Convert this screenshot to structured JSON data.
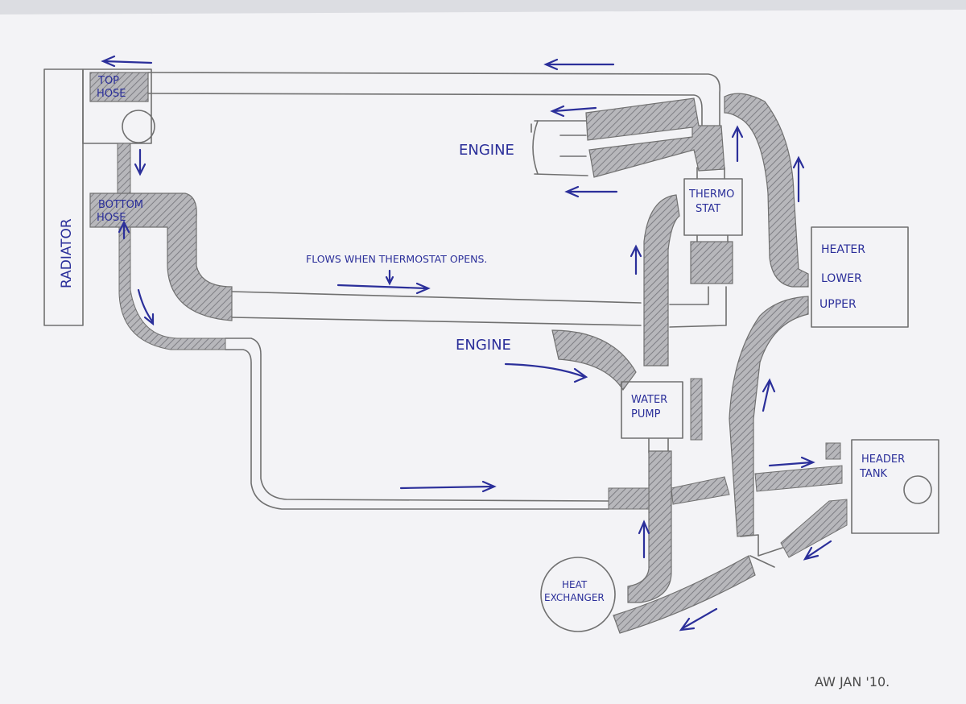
{
  "diagram": {
    "labels": {
      "radiator": "RADIATOR",
      "top_hose_line1": "TOP",
      "top_hose_line2": "HOSE",
      "bottom_hose_line1": "BOTTOM",
      "bottom_hose_line2": "HOSE",
      "engine_top": "ENGINE",
      "engine_mid": "ENGINE",
      "thermostat_line1": "THERMO",
      "thermostat_line2": "STAT",
      "flows_note": "FLOWS WHEN THERMOSTAT OPENS.",
      "heater": "HEATER",
      "heater_lower": "LOWER",
      "heater_upper": "UPPER",
      "water_pump_line1": "WATER",
      "water_pump_line2": "PUMP",
      "header_tank_line1": "HEADER",
      "header_tank_line2": "TANK",
      "heat_exchanger_line1": "HEAT",
      "heat_exchanger_line2": "EXCHANGER",
      "signature": "AW JAN '10."
    },
    "colors": {
      "paper": "#f3f3f6",
      "ink": "#2b2f9a",
      "pencil": "#707070",
      "hose_fill": "#a9a9ad"
    }
  }
}
